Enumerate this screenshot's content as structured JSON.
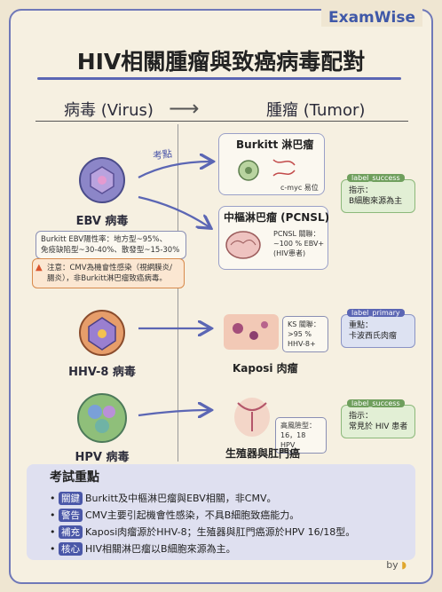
{
  "brand": "ExamWise",
  "title": "HIV相關腫瘤與致癌病毒配對",
  "headers": {
    "virus": "病毒 (Virus)",
    "tumor": "腫瘤 (Tumor)"
  },
  "exam_point": "考點",
  "viruses": {
    "ebv": "EBV 病毒",
    "hhv8": "HHV-8 病毒",
    "hpv": "HPV 病毒"
  },
  "ebv_note": {
    "line1": "Burkitt EBV陽性率：地方型~95%、",
    "line2": "免疫缺陷型~30-40%、散發型~15-30%"
  },
  "warning_note": {
    "line1": "注意：CMV為機會性感染（視網膜炎/",
    "line2": "腸炎），非Burkitt淋巴瘤致癌病毒。"
  },
  "tumors": {
    "burkitt": {
      "title": "Burkitt 淋巴瘤",
      "note": "c-myc 易位"
    },
    "pcnsl": {
      "title": "中樞淋巴瘤 (PCNSL)",
      "note1": "PCNSL 關聯：",
      "note2": "~100 % EBV+",
      "note3": "(HIV患者)"
    },
    "kaposi": {
      "title": "Kaposi 肉瘤",
      "note1": "KS 關聯：",
      "note2": ">95 %",
      "note3": "HHV-8+"
    },
    "genital": {
      "title": "生殖器與肛門癌",
      "note1": "高風險型：",
      "note2": "16，18 HPV"
    }
  },
  "tags": {
    "t1": {
      "head": "label_success",
      "line1": "指示：",
      "line2": "B細胞來源為主"
    },
    "t2": {
      "head": "label_primary",
      "line1": "重點：",
      "line2": "卡波西氏肉瘤"
    },
    "t3": {
      "head": "label_success",
      "line1": "指示：",
      "line2": "常見於 HIV 患者"
    }
  },
  "summary": {
    "title": "考試重點",
    "rows": [
      {
        "badge": "關鍵",
        "text": "Burkitt及中樞淋巴瘤與EBV相關，非CMV。"
      },
      {
        "badge": "警告",
        "text": "CMV主要引起機會性感染，不具B細胞致癌能力。"
      },
      {
        "badge": "補充",
        "text": "Kaposi肉瘤源於HHV-8；生殖器與肛門癌源於HPV 16/18型。"
      },
      {
        "badge": "核心",
        "text": "HIV相關淋巴瘤以B細胞來源為主。"
      }
    ]
  },
  "byline": "by",
  "colors": {
    "accent": "#5b66b4",
    "success": "#6f9f5d",
    "warning": "#d9532c"
  }
}
